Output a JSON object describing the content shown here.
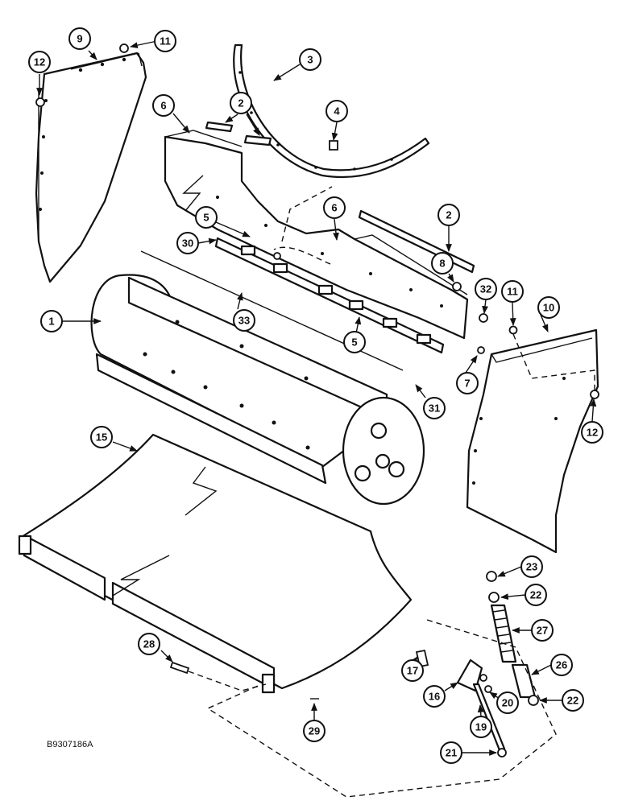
{
  "figure_id": "B9307186A",
  "callouts": {
    "c1": "1",
    "c2a": "2",
    "c2b": "2",
    "c3": "3",
    "c4": "4",
    "c5a": "5",
    "c5b": "5",
    "c6a": "6",
    "c6b": "6",
    "c7": "7",
    "c8": "8",
    "c9": "9",
    "c10": "10",
    "c11a": "11",
    "c11b": "11",
    "c12a": "12",
    "c12b": "12",
    "c15": "15",
    "c16": "16",
    "c17": "17",
    "c19": "19",
    "c20": "20",
    "c21": "21",
    "c22a": "22",
    "c22b": "22",
    "c23": "23",
    "c26": "26",
    "c27": "27",
    "c28": "28",
    "c29": "29",
    "c30": "30",
    "c31": "31",
    "c32": "32",
    "c33": "33"
  },
  "colors": {
    "line": "#111111",
    "background": "#ffffff"
  }
}
